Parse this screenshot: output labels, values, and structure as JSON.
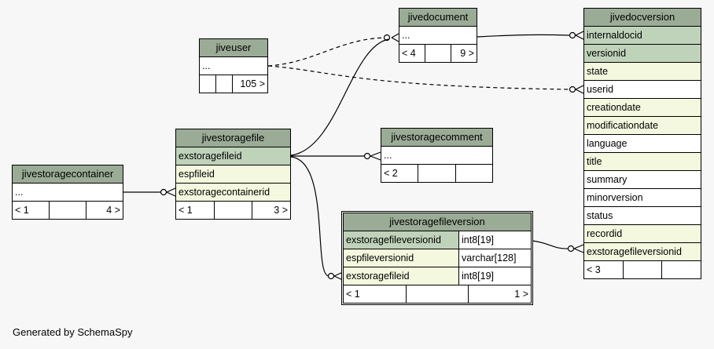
{
  "footer": "Generated by SchemaSpy",
  "tables": {
    "jiveuser": {
      "name": "jiveuser",
      "rows": [
        "..."
      ],
      "footer": [
        "",
        "",
        "105 >"
      ]
    },
    "jivedocument": {
      "name": "jivedocument",
      "rows": [
        "..."
      ],
      "footer": [
        "< 4",
        "",
        "9 >"
      ]
    },
    "jivedocversion": {
      "name": "jivedocversion",
      "rows": [
        "internaldocid",
        "versionid",
        "state",
        "userid",
        "creationdate",
        "modificationdate",
        "language",
        "title",
        "summary",
        "minorversion",
        "status",
        "recordid",
        "exstoragefileversionid"
      ],
      "footer": [
        "< 3",
        "",
        ""
      ]
    },
    "jivestoragefile": {
      "name": "jivestoragefile",
      "rows": [
        "exstoragefileid",
        "espfileid",
        "exstoragecontainerid"
      ],
      "footer": [
        "< 1",
        "",
        "3 >"
      ]
    },
    "jivestoragecomment": {
      "name": "jivestoragecomment",
      "rows": [
        "..."
      ],
      "footer": [
        "< 2",
        "",
        ""
      ]
    },
    "jivestoragecontainer": {
      "name": "jivestoragecontainer",
      "rows": [
        "..."
      ],
      "footer": [
        "< 1",
        "",
        "4 >"
      ]
    },
    "jivestoragefileversion": {
      "name": "jivestoragefileversion",
      "rows": [
        {
          "col": "exstoragefileversionid",
          "type": "int8[19]"
        },
        {
          "col": "espfileversionid",
          "type": "varchar[128]"
        },
        {
          "col": "exstoragefileid",
          "type": "int8[19]"
        }
      ],
      "footer": [
        "< 1",
        "",
        "1 >"
      ]
    }
  },
  "colors": {
    "header": "#9aab96",
    "primary_key": "#bfd2ba",
    "foreign_key": "#f4f8de",
    "background": "#f7f7f7"
  }
}
